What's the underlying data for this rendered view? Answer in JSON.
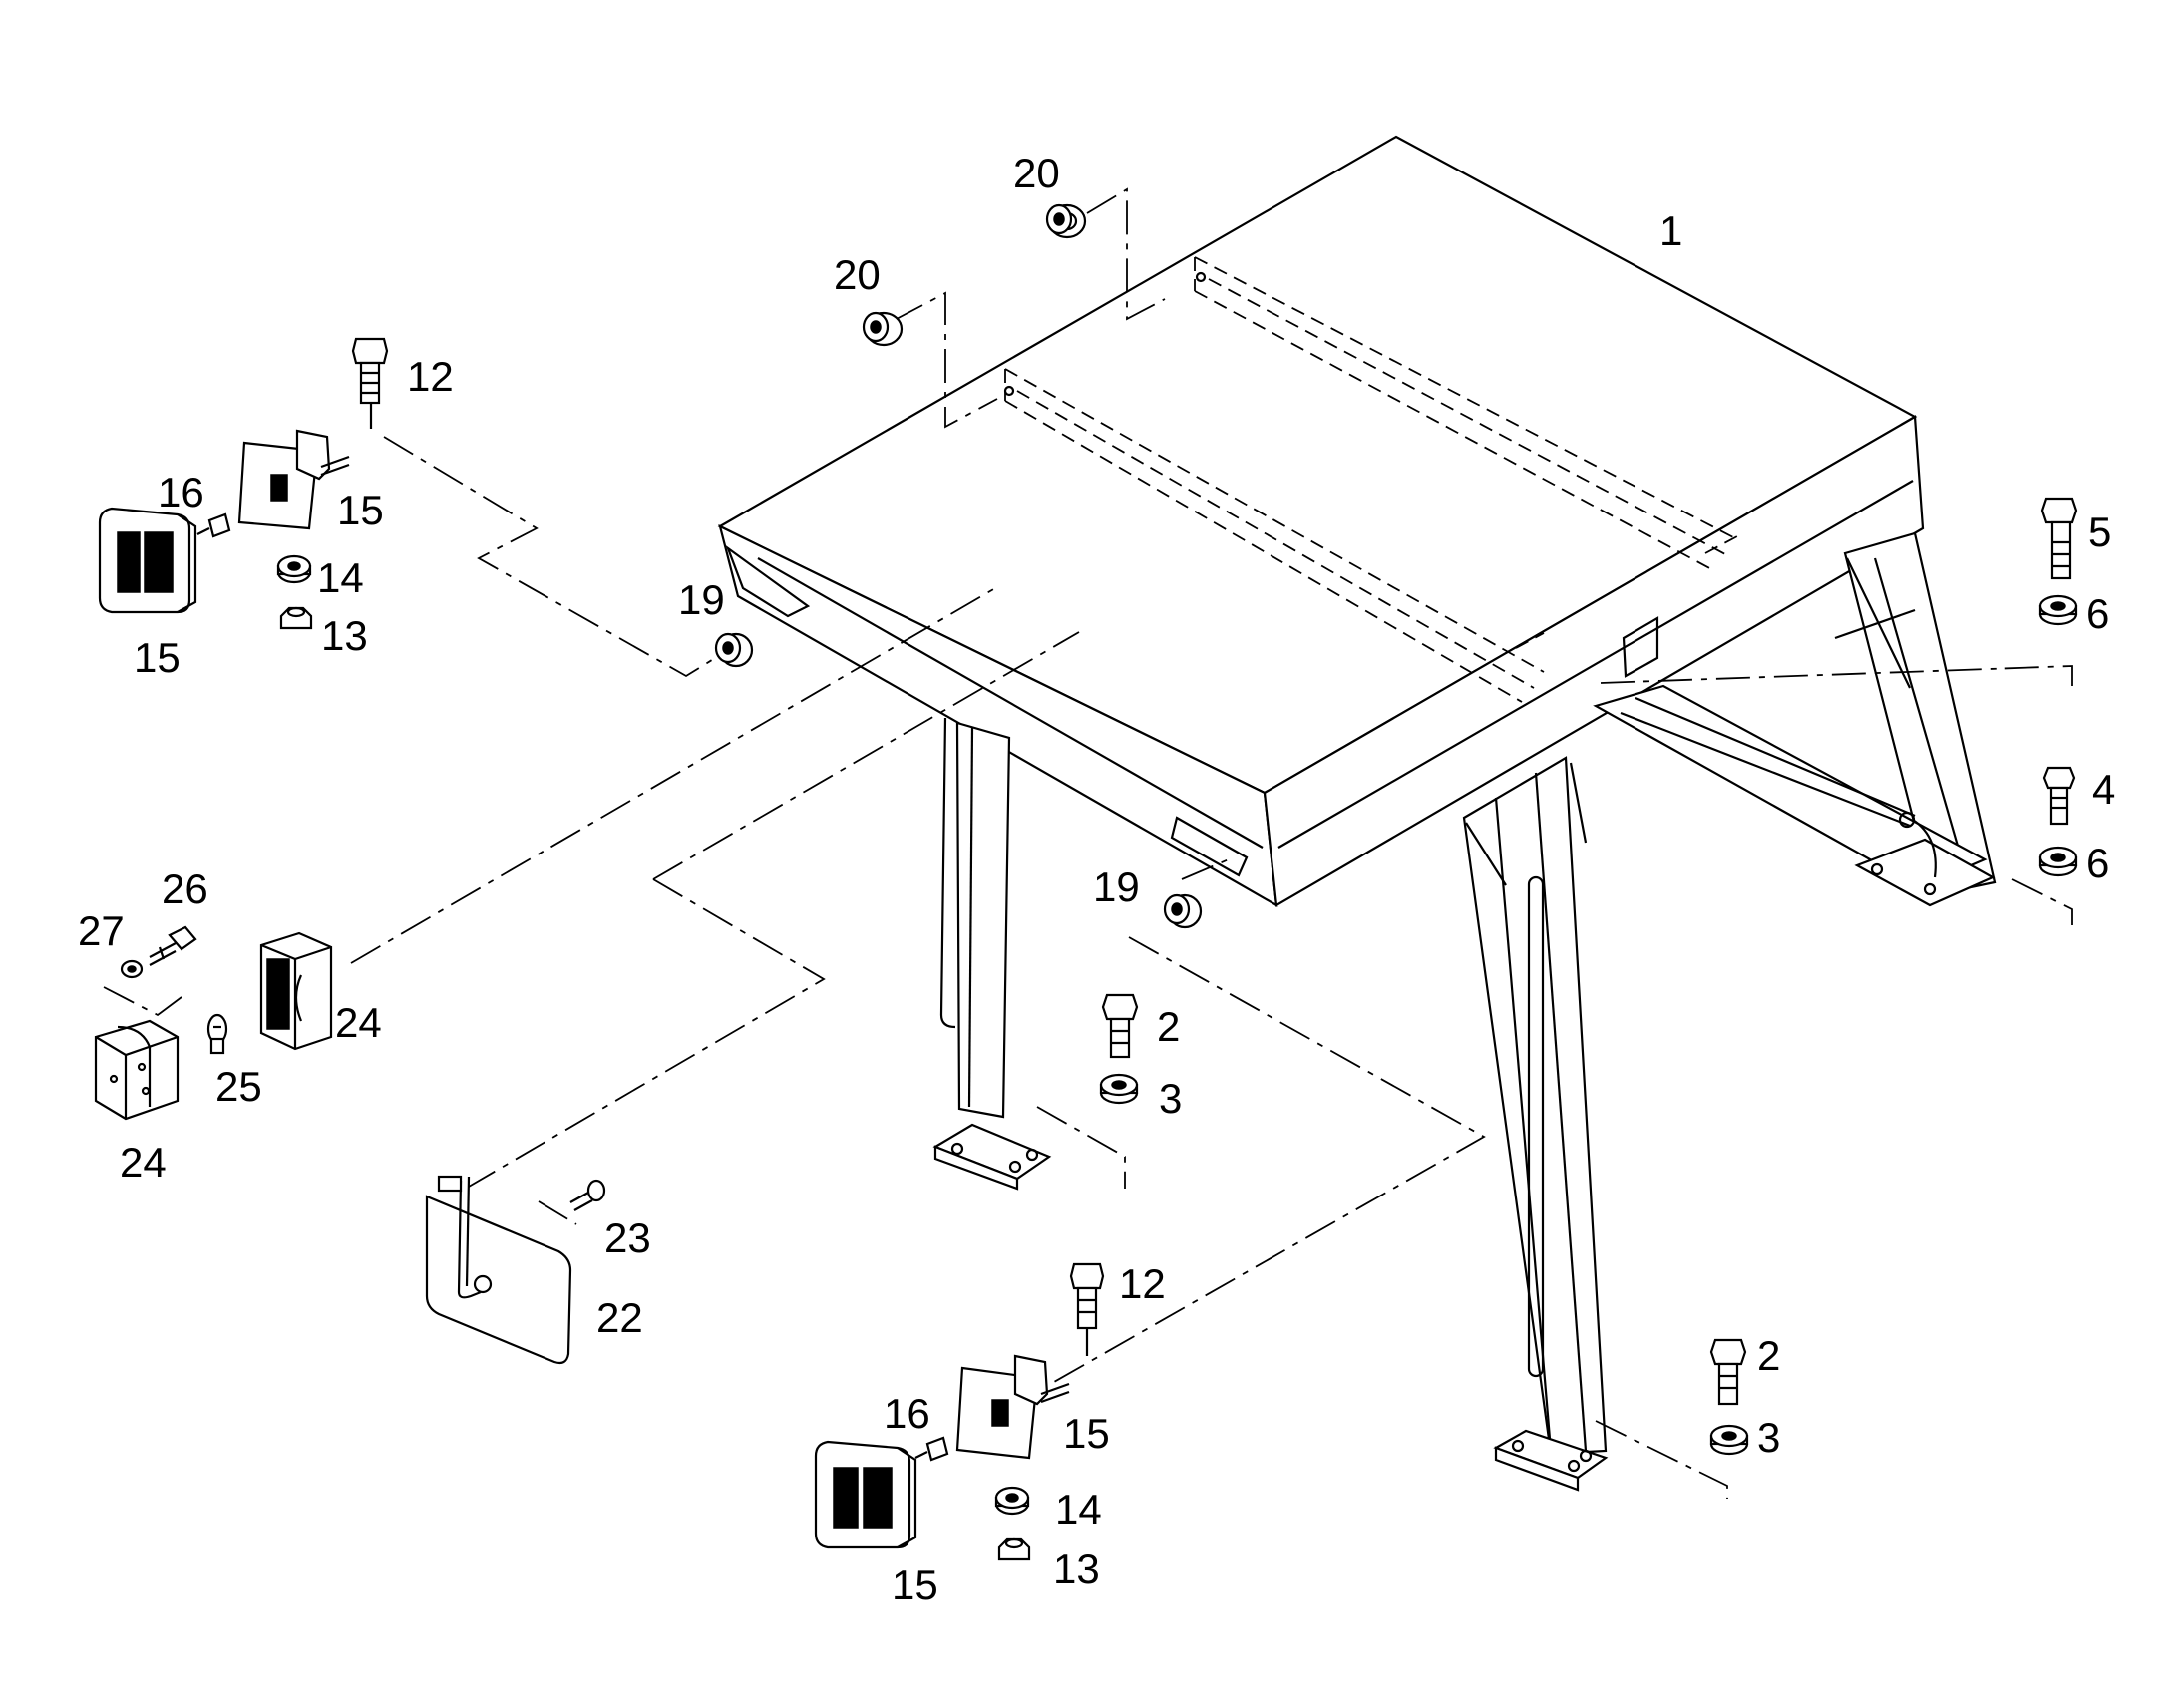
{
  "diagram": {
    "kind": "exploded-parts-drawing",
    "callouts": [
      {
        "id": "c1",
        "text": "1"
      },
      {
        "id": "c20a",
        "text": "20"
      },
      {
        "id": "c20b",
        "text": "20"
      },
      {
        "id": "c12a",
        "text": "12"
      },
      {
        "id": "c16a",
        "text": "16"
      },
      {
        "id": "c15a",
        "text": "15"
      },
      {
        "id": "c14a",
        "text": "14"
      },
      {
        "id": "c13a",
        "text": "13"
      },
      {
        "id": "c15b",
        "text": "15"
      },
      {
        "id": "c19a",
        "text": "19"
      },
      {
        "id": "c5",
        "text": "5"
      },
      {
        "id": "c6a",
        "text": "6"
      },
      {
        "id": "c4",
        "text": "4"
      },
      {
        "id": "c6b",
        "text": "6"
      },
      {
        "id": "c26",
        "text": "26"
      },
      {
        "id": "c27",
        "text": "27"
      },
      {
        "id": "c24a",
        "text": "24"
      },
      {
        "id": "c25",
        "text": "25"
      },
      {
        "id": "c24b",
        "text": "24"
      },
      {
        "id": "c19b",
        "text": "19"
      },
      {
        "id": "c2a",
        "text": "2"
      },
      {
        "id": "c3a",
        "text": "3"
      },
      {
        "id": "c23",
        "text": "23"
      },
      {
        "id": "c22",
        "text": "22"
      },
      {
        "id": "c12b",
        "text": "12"
      },
      {
        "id": "c16b",
        "text": "16"
      },
      {
        "id": "c15c",
        "text": "15"
      },
      {
        "id": "c14b",
        "text": "14"
      },
      {
        "id": "c13b",
        "text": "13"
      },
      {
        "id": "c15d",
        "text": "15"
      },
      {
        "id": "c2b",
        "text": "2"
      },
      {
        "id": "c3b",
        "text": "3"
      }
    ]
  }
}
